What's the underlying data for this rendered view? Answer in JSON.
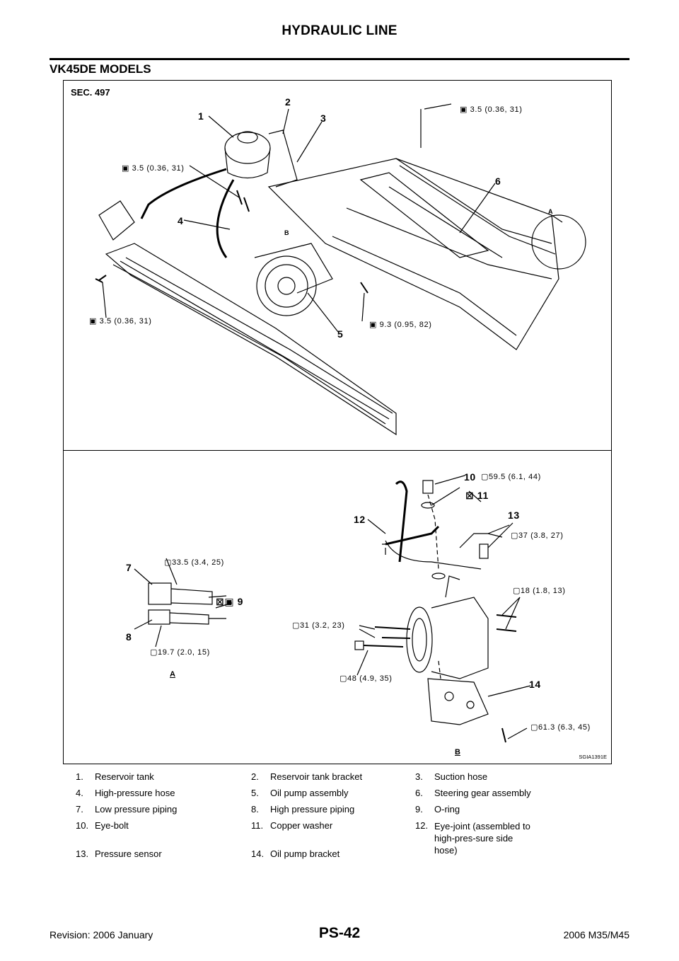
{
  "header": {
    "title": "HYDRAULIC LINE"
  },
  "section_title": "VK45DE MODELS",
  "figure": {
    "sec_label": "SEC. 497",
    "figure_id": "SGIA1391E",
    "view_a": "A",
    "view_b": "B",
    "torques": {
      "t1": "3.5 (0.36, 31)",
      "t2": "3.5 (0.36, 31)",
      "t3": "3.5 (0.36, 31)",
      "t4": "9.3 (0.95, 82)",
      "t5": "59.5 (6.1, 44)",
      "t6": "37 (3.8, 27)",
      "t7": "33.5 (3.4, 25)",
      "t8": "18 (1.8, 13)",
      "t9": "31 (3.2, 23)",
      "t10": "19.7 (2.0, 15)",
      "t11": "48 (4.9, 35)",
      "t12": "61.3 (6.3, 45)"
    },
    "callouts": [
      "1",
      "2",
      "3",
      "4",
      "5",
      "6",
      "7",
      "8",
      "9",
      "10",
      "11",
      "12",
      "13",
      "14"
    ],
    "ref_a": "A",
    "ref_b": "B"
  },
  "legend": [
    {
      "num": "1.",
      "text": "Reservoir tank"
    },
    {
      "num": "2.",
      "text": "Reservoir tank bracket"
    },
    {
      "num": "3.",
      "text": "Suction hose"
    },
    {
      "num": "4.",
      "text": "High-pressure hose"
    },
    {
      "num": "5.",
      "text": "Oil pump assembly"
    },
    {
      "num": "6.",
      "text": "Steering gear assembly"
    },
    {
      "num": "7.",
      "text": "Low pressure piping"
    },
    {
      "num": "8.",
      "text": "High pressure piping"
    },
    {
      "num": "9.",
      "text": "O-ring"
    },
    {
      "num": "10.",
      "text": "Eye-bolt"
    },
    {
      "num": "11.",
      "text": "Copper washer"
    },
    {
      "num": "12.",
      "text": "Eye-joint (assembled to high-pres-sure side hose)"
    },
    {
      "num": "13.",
      "text": "Pressure sensor"
    },
    {
      "num": "14.",
      "text": "Oil pump bracket"
    }
  ],
  "footer": {
    "revision": "Revision: 2006 January",
    "page": "PS-42",
    "model": "2006 M35/M45"
  }
}
